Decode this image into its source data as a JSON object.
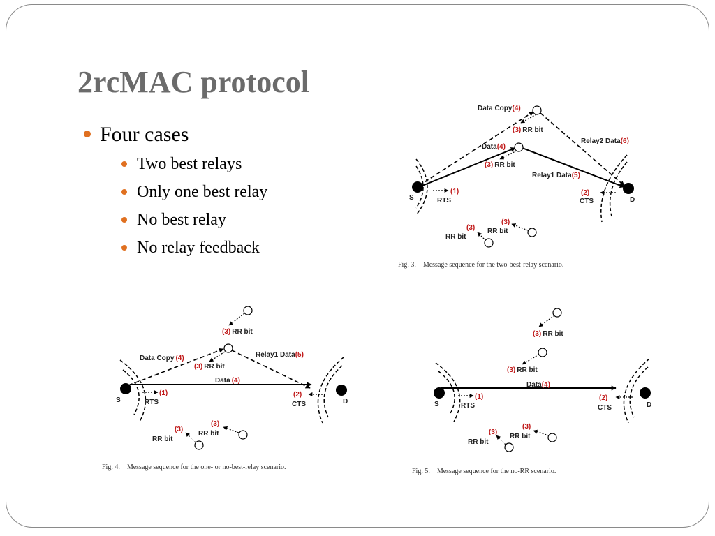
{
  "slide": {
    "title": "2rcMAC protocol",
    "bullet": "Four cases",
    "sub_bullets": [
      "Two best relays",
      "Only one best relay",
      "No best relay",
      "No relay feedback"
    ]
  },
  "colors": {
    "bullet": "#e07020",
    "step_number": "#c01818",
    "title": "#6b6b6b"
  },
  "fig3": {
    "data_copy": "Data Copy",
    "data_copy_step": "(4)",
    "rr_bit_top": "RR bit",
    "rr_bit_top_step": "(3)",
    "data": "Data",
    "data_step": "(4)",
    "rr_bit_mid": "RR bit",
    "rr_bit_mid_step": "(3)",
    "relay2_data": "Relay2 Data",
    "relay2_step": "(6)",
    "relay1_data": "Relay1 Data",
    "relay1_step": "(5)",
    "source": "S",
    "dest": "D",
    "rts_step": "(1)",
    "rts": "RTS",
    "cts_step": "(2)",
    "cts": "CTS",
    "rr1_step": "(3)",
    "rr1": "RR bit",
    "rr2_step": "(3)",
    "rr2": "RR bit",
    "caption": "Fig. 3.    Message sequence for the two-best-relay scenario."
  },
  "fig4": {
    "rr_bit_top_step": "(3)",
    "rr_bit_top": "RR bit",
    "data_copy": "Data Copy",
    "data_copy_step": "(4)",
    "rr_bit_mid_step": "(3)",
    "rr_bit_mid": "RR bit",
    "relay1_data": "Relay1 Data",
    "relay1_step": "(5)",
    "data": "Data",
    "data_step": "(4)",
    "source": "S",
    "dest": "D",
    "rts_step": "(1)",
    "rts": "RTS",
    "cts_step": "(2)",
    "cts": "CTS",
    "rr1_step": "(3)",
    "rr1": "RR bit",
    "rr2_step": "(3)",
    "rr2": "RR bit",
    "caption": "Fig. 4.    Message sequence for the one- or no-best-relay scenario."
  },
  "fig5": {
    "rr_bit_top_step": "(3)",
    "rr_bit_top": "RR bit",
    "rr_bit_mid_step": "(3)",
    "rr_bit_mid": "RR bit",
    "data": "Data",
    "data_step": "(4)",
    "source": "S",
    "dest": "D",
    "rts_step": "(1)",
    "rts": "RTS",
    "cts_step": "(2)",
    "cts": "CTS",
    "rr1_step": "(3)",
    "rr1": "RR bit",
    "rr2_step": "(3)",
    "rr2": "RR bit",
    "caption": "Fig. 5.    Message sequence for the no-RR scenario."
  }
}
